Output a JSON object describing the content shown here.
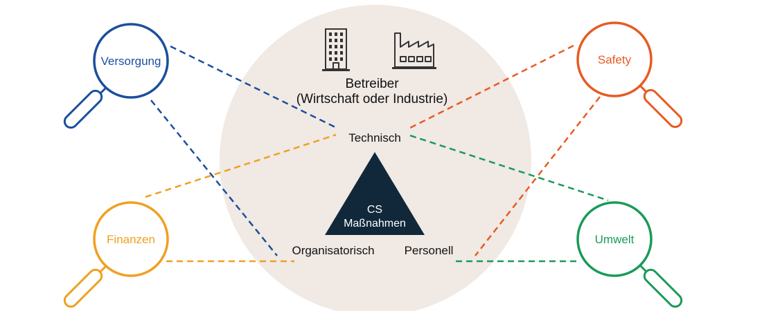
{
  "colors": {
    "versorgung": "#1a4f9c",
    "finanzen": "#f0a020",
    "safety": "#e85a22",
    "umwelt": "#1a9a5a",
    "circle_bg": "#f0e9e4",
    "triangle": "#10283a",
    "text": "#111111",
    "icon": "#333333"
  },
  "operator": {
    "line1": "Betreiber",
    "line2": "(Wirtschaft oder Industrie)",
    "icons": [
      "office-building-icon",
      "factory-icon"
    ]
  },
  "triangle": {
    "line1": "CS",
    "line2": "Maßnahmen"
  },
  "measures": {
    "technical": "Technisch",
    "organizational": "Organisatorisch",
    "personnel": "Personell"
  },
  "lenses": {
    "versorgung": "Versorgung",
    "finanzen": "Finanzen",
    "safety": "Safety",
    "umwelt": "Umwelt"
  }
}
